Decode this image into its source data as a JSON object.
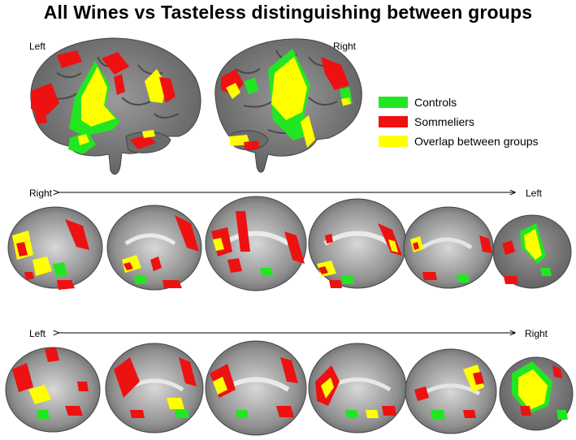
{
  "title": "All Wines vs Tasteless distinguishing between groups",
  "views": {
    "top_left_label": "Left",
    "top_right_label": "Right"
  },
  "rows": {
    "row1": {
      "start": "Right",
      "end": "Left"
    },
    "row2": {
      "start": "Left",
      "end": "Right"
    }
  },
  "legend": [
    {
      "label": "Controls",
      "color": "#22e622"
    },
    {
      "label": "Sommeliers",
      "color": "#ee1111"
    },
    {
      "label": "Overlap between groups",
      "color": "#ffff00"
    }
  ],
  "colors": {
    "controls": "#22e622",
    "sommeliers": "#ee1111",
    "overlap": "#ffff00",
    "brain": "#8a8a8a"
  }
}
